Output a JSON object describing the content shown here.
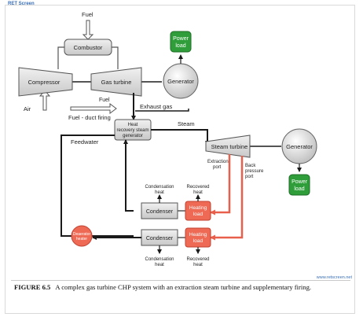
{
  "header": {
    "brand": "RET Screen"
  },
  "diagram": {
    "labels": {
      "fuel_top": "Fuel",
      "combustor": "Combustor",
      "compressor": "Compressor",
      "gas_turbine": "Gas turbine",
      "fuel_lower": "Fuel",
      "air": "Air",
      "generator_top": "Generator",
      "power_load_top_1": "Power",
      "power_load_top_2": "load",
      "fuel_duct": "Fuel - duct firing",
      "exhaust_gas": "Exhaust gas",
      "hrsg_1": "Heat",
      "hrsg_2": "recovery steam",
      "hrsg_3": "generator",
      "steam": "Steam",
      "feedwater": "Feedwater",
      "steam_turbine": "Steam turbine",
      "generator_right": "Generator",
      "power_load_right_1": "Power",
      "power_load_right_2": "load",
      "extraction_1": "Extraction",
      "extraction_2": "port",
      "back_pressure_1": "Back",
      "back_pressure_2": "pressure",
      "back_pressure_3": "port",
      "cond_heat_top_1": "Condensation",
      "cond_heat_top_2": "heat",
      "recovered_heat_top_1": "Recovered",
      "recovered_heat_top_2": "heat",
      "condenser_top": "Condenser",
      "heating_load_top_1": "Heating",
      "heating_load_top_2": "load",
      "condenser_bottom": "Condenser",
      "heating_load_bottom_1": "Heating",
      "heating_load_bottom_2": "load",
      "deaerator_1": "Deaerator",
      "deaerator_2": "heater",
      "cond_heat_bottom_1": "Condensation",
      "cond_heat_bottom_2": "heat",
      "recovered_heat_bottom_1": "Recovered",
      "recovered_heat_bottom_2": "heat"
    },
    "colors": {
      "flow_line": "#1a1a1a",
      "hot_line": "#e8604c",
      "heating_fill": "#ef6a55",
      "power_fill": "#2f9e3a",
      "component_fill": "#dcdcdc"
    }
  },
  "watermark": "www.retscreen.net",
  "caption": {
    "figure": "FIGURE 6.5",
    "text": "A complex gas turbine CHP system with an extraction steam turbine and supplementary firing."
  }
}
